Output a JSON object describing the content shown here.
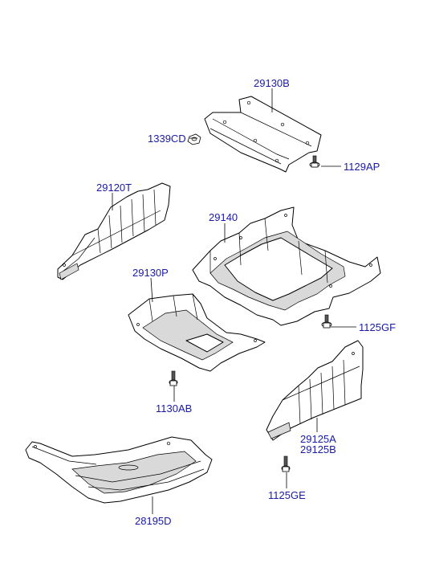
{
  "parts": [
    {
      "id": "p29130B",
      "label": "29130B",
      "name": "skid-plate"
    },
    {
      "id": "p1339CD",
      "label": "1339CD",
      "name": "nut"
    },
    {
      "id": "p1129AP",
      "label": "1129AP",
      "name": "bolt"
    },
    {
      "id": "p29120T",
      "label": "29120T",
      "name": "side-cover"
    },
    {
      "id": "p29140",
      "label": "29140",
      "name": "under-cover"
    },
    {
      "id": "p29130P",
      "label": "29130P",
      "name": "skid-plate"
    },
    {
      "id": "p1125GF",
      "label": "1125GF",
      "name": "bolt"
    },
    {
      "id": "p1130AB",
      "label": "1130AB",
      "name": "bolt"
    },
    {
      "id": "p29125A",
      "label": "29125A",
      "name": "side-cover"
    },
    {
      "id": "p29125B",
      "label": "29125B",
      "name": "side-cover"
    },
    {
      "id": "p1125GE",
      "label": "1125GE",
      "name": "bolt"
    },
    {
      "id": "p28195D",
      "label": "28195D",
      "name": "heat-protector"
    }
  ]
}
